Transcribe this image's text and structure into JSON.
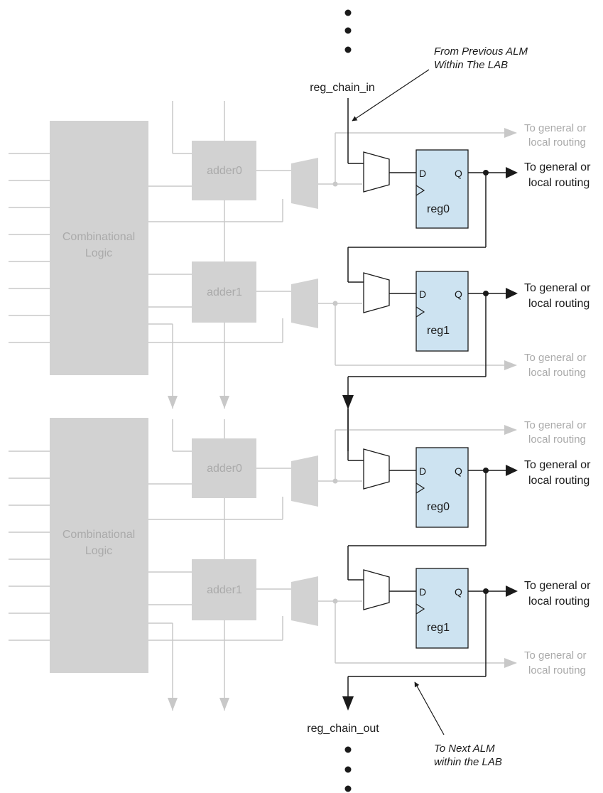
{
  "labels": {
    "reg_chain_in": "reg_chain_in",
    "reg_chain_out": "reg_chain_out",
    "from_previous_1": "From Previous ALM",
    "from_previous_2": "Within The LAB",
    "to_next_1": "To Next ALM",
    "to_next_2": "within the LAB",
    "route_1": "To general or",
    "route_2": "local routing",
    "comb_1": "Combinational",
    "comb_2": "Logic",
    "adder0": "adder0",
    "adder1": "adder1",
    "reg0": "reg0",
    "reg1": "reg1",
    "pin_d": "D",
    "pin_q": "Q"
  },
  "colors": {
    "gray_block": "#d2d2d2",
    "gray_line": "#c8c8c8",
    "gray_text": "#aaaaaa",
    "reg_fill": "#cde3f1",
    "black": "#1a1a1a"
  }
}
